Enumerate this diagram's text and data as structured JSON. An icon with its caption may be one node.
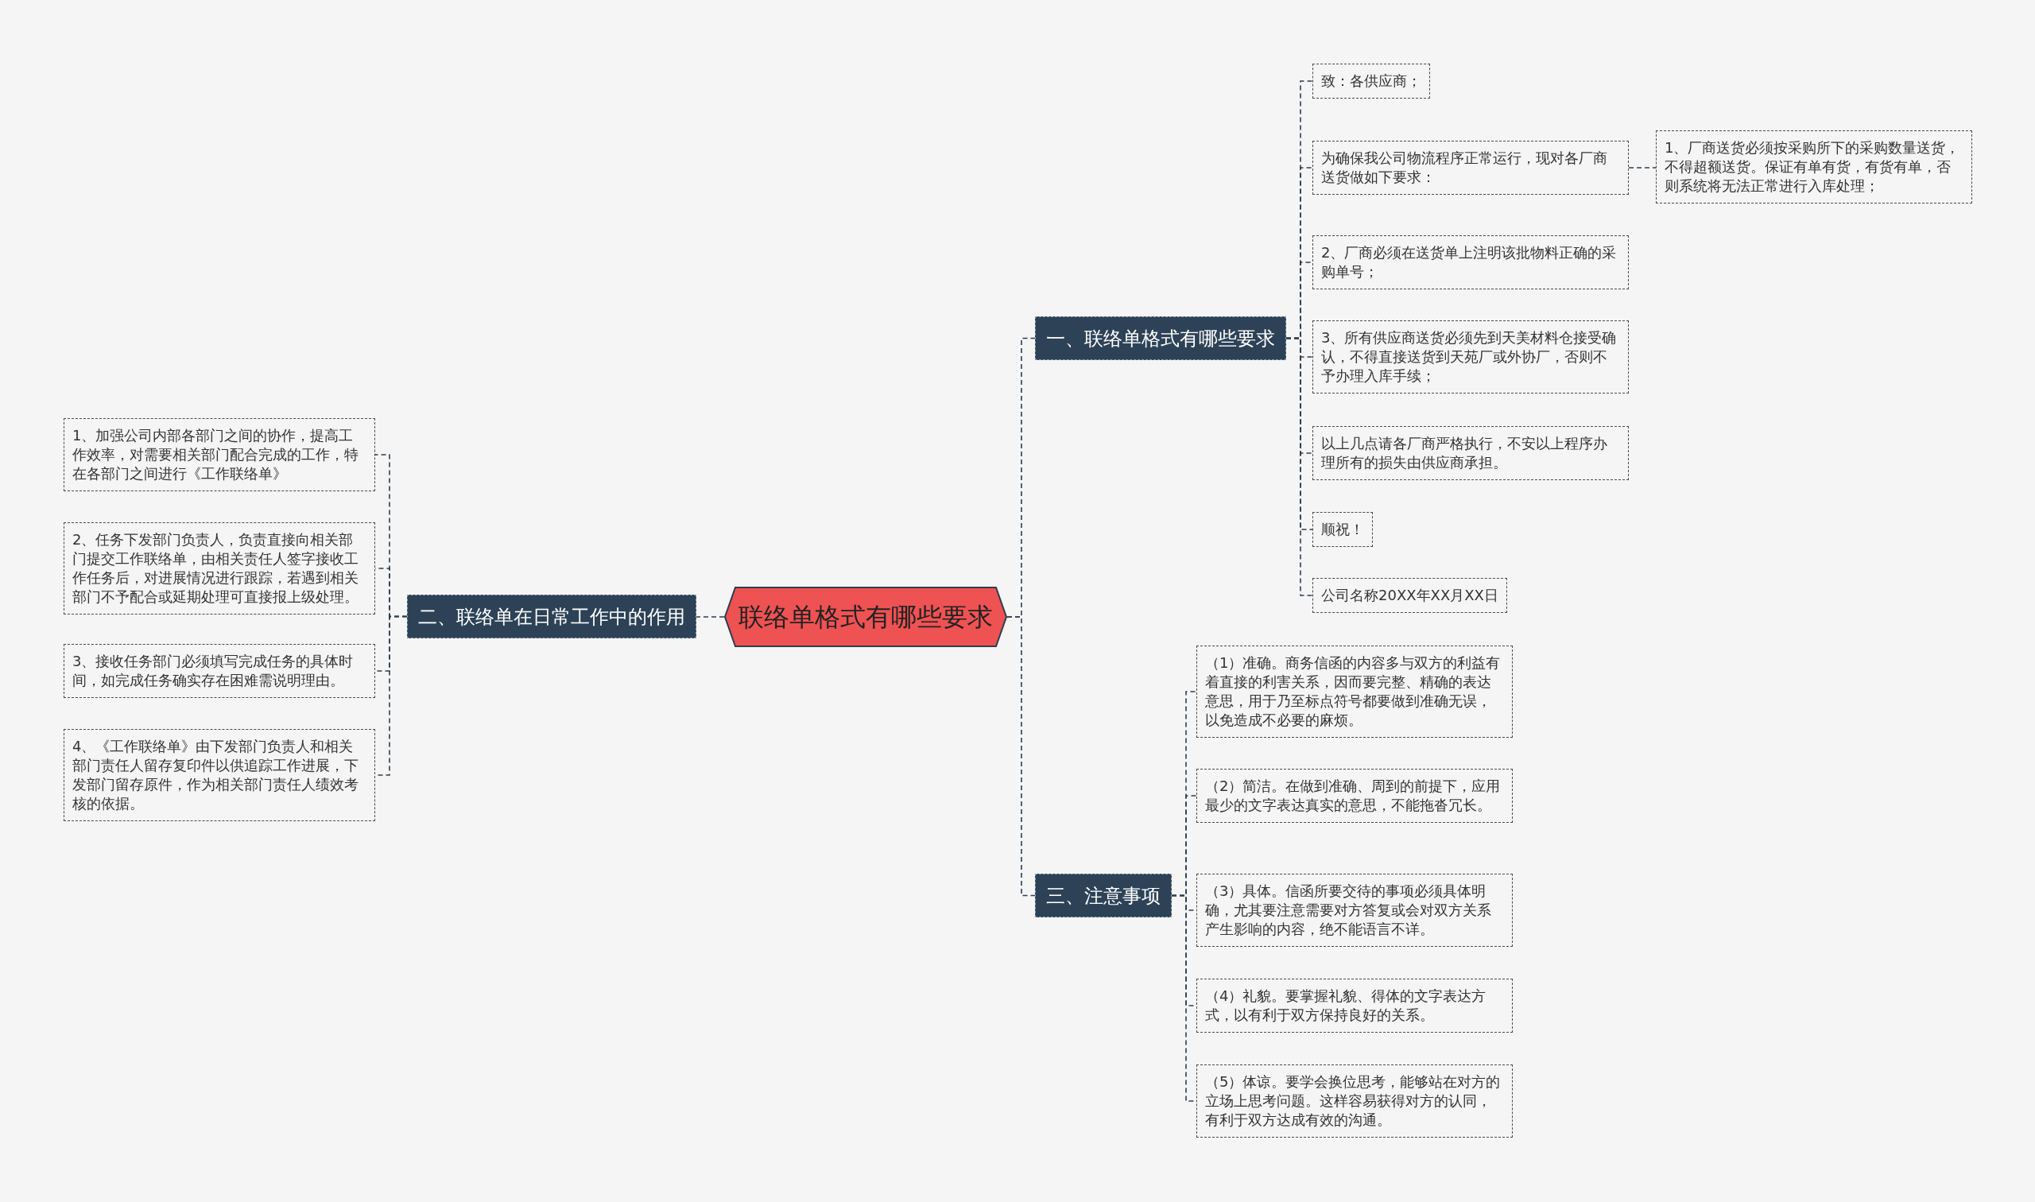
{
  "diagram": {
    "nodes": [
      {
        "text": [
          "联络单格式有哪些要求"
        ]
      },
      {
        "text": [
          "一、联络单格式有哪些要求"
        ]
      },
      {
        "text": [
          "致：各供应商；"
        ]
      },
      {
        "text": [
          "为确保我公司物流程序正常运行，现对各厂商送货做如下要求："
        ]
      },
      {
        "text": [
          "1、厂商送货必须按采购所下的采购数量送货，不得超额送货。保证有单有货，有货有单，否则系统将无法正常进行入库处理；"
        ]
      },
      {
        "text": [
          "2、厂商必须在送货单上注明该批物料正确的采购单号；"
        ]
      },
      {
        "text": [
          "3、所有供应商送货必须先到天美材料仓接受确认，不得直接送货到天苑厂或外协厂，否则不予办理入库手续；"
        ]
      },
      {
        "text": [
          "以上几点请各厂商严格执行，不安以上程序办理所有的损失由供应商承担。"
        ]
      },
      {
        "text": [
          "顺祝！"
        ]
      },
      {
        "text": [
          "公司名称20XX年XX月XX日"
        ]
      },
      {
        "text": [
          "二、联络单在日常工作中的作用"
        ]
      },
      {
        "text": [
          "1、加强公司内部各部门之间的协作，提高工作效率，对需要相关部门配合完成的工作，特在各部门之间进行《工作联络单》"
        ]
      },
      {
        "text": [
          "2、任务下发部门负责人，负责直接向相关部门提交工作联络单，由相关责任人签字接收工作任务后，对进展情况进行跟踪，若遇到相关部门不予配合或延期处理可直接报上级处理。"
        ]
      },
      {
        "text": [
          "3、接收任务部门必须填写完成任务的具体时间，如完成任务确实存在困难需说明理由。"
        ]
      },
      {
        "text": [
          "4、《工作联络单》由下发部门负责人和相关部门责任人留存复印件以供追踪工作进展，下发部门留存原件，作为相关部门责任人绩效考核的依据。"
        ]
      },
      {
        "text": [
          "三、注意事项"
        ]
      },
      {
        "text": [
          "（1）准确。商务信函的内容多与双方的利益有着直接的利害关系，因而要完整、精确的表达意思，用于乃至标点符号都要做到准确无误，以免造成不必要的麻烦。"
        ]
      },
      {
        "text": [
          "（2）简洁。在做到准确、周到的前提下，应用最少的文字表达真实的意思，不能拖沓冗长。"
        ]
      },
      {
        "text": [
          "（3）具体。信函所要交待的事项必须具体明确，尤其要注意需要对方答复或会对双方关系产生影响的内容，绝不能语言不详。"
        ]
      },
      {
        "text": [
          "（4）礼貌。要掌握礼貌、得体的文字表达方式，以有利于双方保持良好的关系。"
        ]
      },
      {
        "text": [
          "（5）体谅。要学会换位思考，能够站在对方的立场上思考问题。这样容易获得对方的认同，有利于双方达成有效的沟通。"
        ]
      }
    ],
    "edges": [
      {
        "from": 0,
        "to": 1,
        "arrow": "none",
        "style": "dashed"
      },
      {
        "from": 1,
        "to": 2,
        "arrow": "none",
        "style": "dashed"
      },
      {
        "from": 1,
        "to": 3,
        "arrow": "none",
        "style": "dashed"
      },
      {
        "from": 3,
        "to": 4,
        "arrow": "none",
        "style": "dashed"
      },
      {
        "from": 1,
        "to": 5,
        "arrow": "none",
        "style": "dashed"
      },
      {
        "from": 1,
        "to": 6,
        "arrow": "none",
        "style": "dashed"
      },
      {
        "from": 1,
        "to": 7,
        "arrow": "none",
        "style": "dashed"
      },
      {
        "from": 1,
        "to": 8,
        "arrow": "none",
        "style": "dashed"
      },
      {
        "from": 1,
        "to": 9,
        "arrow": "none",
        "style": "dashed"
      },
      {
        "from": 0,
        "to": 10,
        "arrow": "none",
        "style": "dashed"
      },
      {
        "from": 10,
        "to": 11,
        "arrow": "none",
        "style": "dashed"
      },
      {
        "from": 10,
        "to": 12,
        "arrow": "none",
        "style": "dashed"
      },
      {
        "from": 10,
        "to": 13,
        "arrow": "none",
        "style": "dashed"
      },
      {
        "from": 10,
        "to": 14,
        "arrow": "none",
        "style": "dashed"
      },
      {
        "from": 0,
        "to": 15,
        "arrow": "none",
        "style": "dashed"
      },
      {
        "from": 15,
        "to": 16,
        "arrow": "none",
        "style": "dashed"
      },
      {
        "from": 15,
        "to": 17,
        "arrow": "none",
        "style": "dashed"
      },
      {
        "from": 15,
        "to": 18,
        "arrow": "none",
        "style": "dashed"
      },
      {
        "from": 15,
        "to": 19,
        "arrow": "none",
        "style": "dashed"
      },
      {
        "from": 15,
        "to": 20,
        "arrow": "none",
        "style": "dashed"
      }
    ]
  }
}
